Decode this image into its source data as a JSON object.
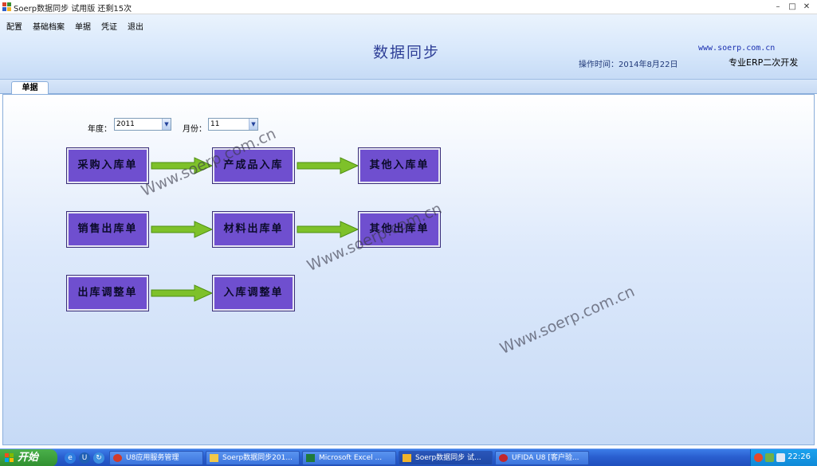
{
  "window": {
    "title": "Soerp数据同步 试用版  还剩15次",
    "minimize_glyph": "–",
    "restore_glyph": "□",
    "close_glyph": "✕"
  },
  "menu": [
    "配置",
    "基础档案",
    "单据",
    "凭证",
    "退出"
  ],
  "header": {
    "title": "数据同步",
    "site_url": "www.soerp.com.cn",
    "operation_time": "操作时间：2014年8月22日",
    "tagline": "专业ERP二次开发"
  },
  "tabs": [
    {
      "label": "单据"
    }
  ],
  "filters": {
    "year_label": "年度：",
    "year_value": "2011",
    "month_label": "月份：",
    "month_value": "11",
    "dropdown_glyph": "▼"
  },
  "flows": {
    "row1": [
      "采购入库单",
      "产成品入库",
      "其他入库单"
    ],
    "row2": [
      "销售出库单",
      "材料出库单",
      "其他出库单"
    ],
    "row3": [
      "出库调整单",
      "入库调整单"
    ]
  },
  "watermark_text": "Www.soerp.com.cn",
  "taskbar": {
    "start_label": "开始",
    "quick_launch": [
      "e",
      "U",
      "↻"
    ],
    "items": [
      {
        "label": "U8应用服务管理",
        "active": false
      },
      {
        "label": "Soerp数据同步201...",
        "active": false
      },
      {
        "label": "Microsoft Excel ...",
        "active": false
      },
      {
        "label": "Soerp数据同步 试...",
        "active": true
      },
      {
        "label": "UFIDA U8 [客户验...",
        "active": false
      }
    ],
    "clock": "22:26"
  },
  "colors": {
    "doc_button": "#6f4fcf",
    "arrow": "#7ec12a",
    "title_blue": "#2e3f97",
    "taskbar": "#2a5fd0"
  }
}
